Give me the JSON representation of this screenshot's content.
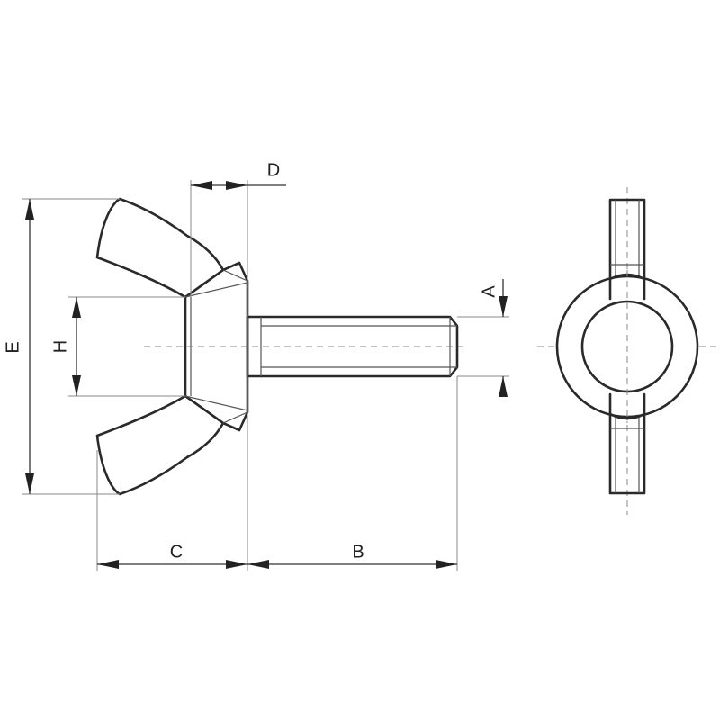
{
  "dimensions": {
    "A": "A",
    "B": "B",
    "C": "C",
    "D": "D",
    "E": "E",
    "H": "H"
  },
  "colors": {
    "outline": "#2a2a2a",
    "extension_line": "#8a8a8a",
    "center_line": "#8a8a8a",
    "background": "#ffffff"
  }
}
